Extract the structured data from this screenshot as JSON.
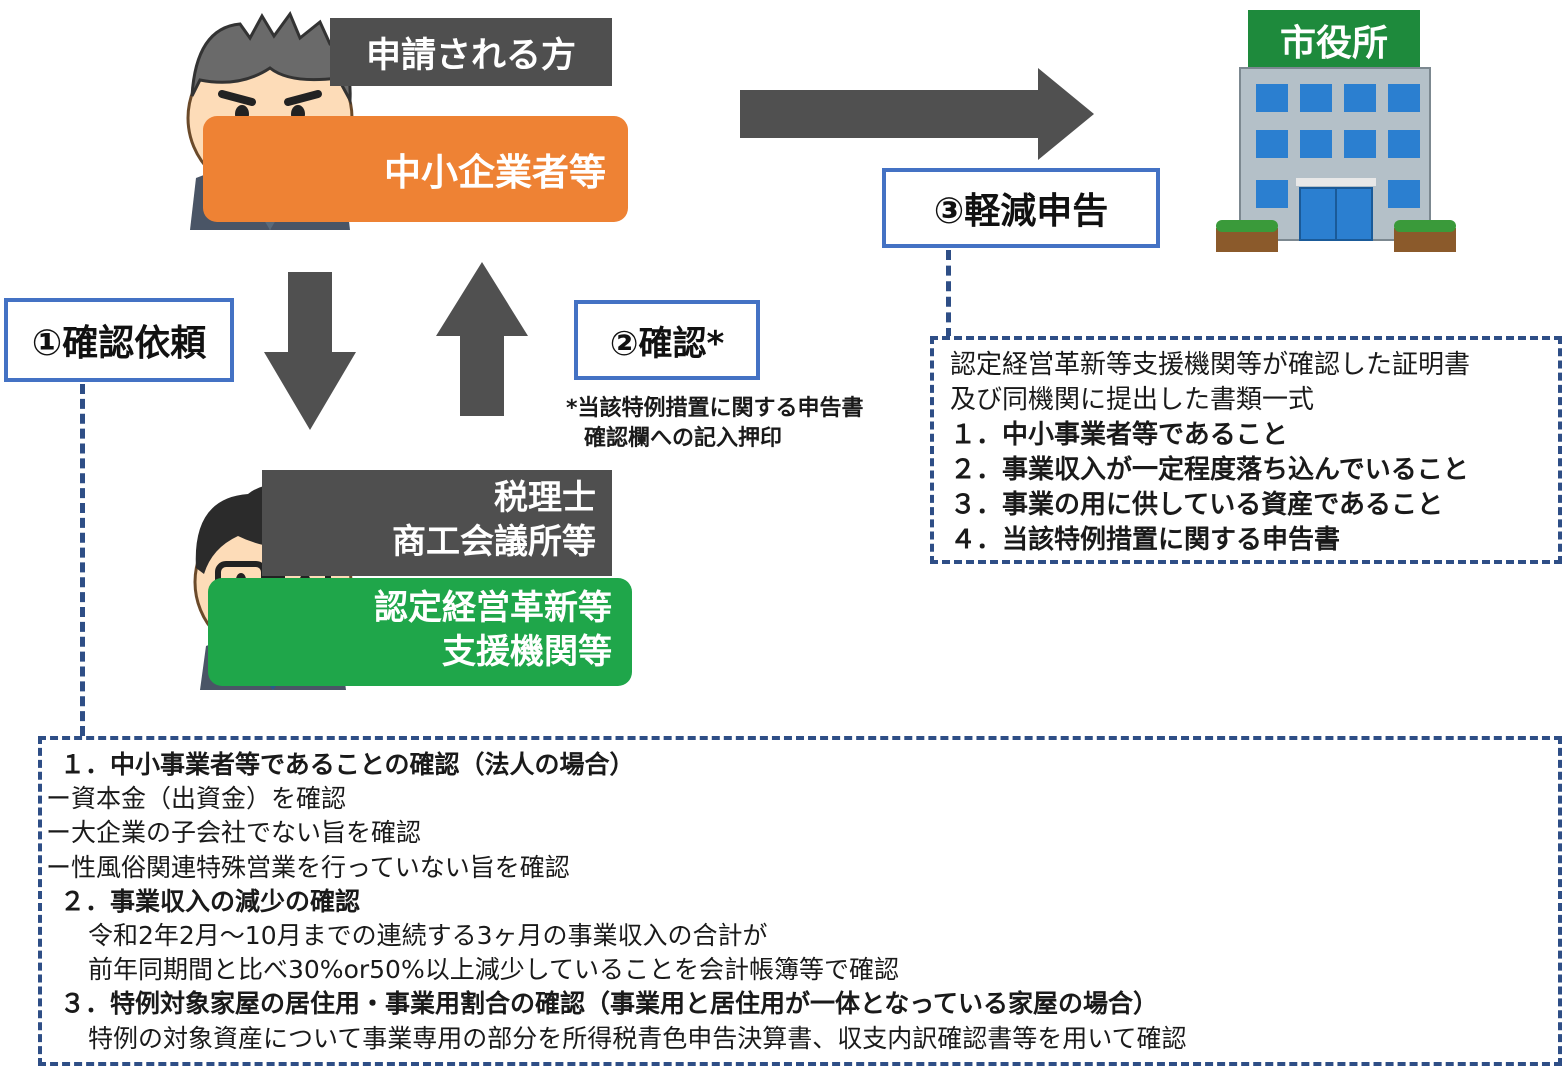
{
  "applicant": {
    "role_label": "申請される方",
    "name_label": "中小企業者等"
  },
  "supporter": {
    "role_line1": "税理士",
    "role_line2": "商工会議所等",
    "name_line1": "認定経営革新等",
    "name_line2": "支援機関等"
  },
  "city_office": {
    "sign": "市役所"
  },
  "steps": {
    "step1": "①確認依頼",
    "step2": "②確認*",
    "step2_note_line1": "*当該特例措置に関する申告書",
    "step2_note_line2": "確認欄への記入押印",
    "step3": "③軽減申告"
  },
  "documents_box": {
    "intro_line1": "認定経営革新等支援機関等が確認した証明書",
    "intro_line2": "及び同機関に提出した書類一式",
    "items": [
      "１．中小事業者等であること",
      "２．事業収入が一定程度落ち込んでいること",
      "３．事業の用に供している資産であること",
      "４．当該特例措置に関する申告書"
    ]
  },
  "confirmation_box": {
    "lines": [
      "１．中小事業者等であることの確認（法人の場合）",
      "ー資本金（出資金）を確認",
      "ー大企業の子会社でない旨を確認",
      "ー性風俗関連特殊営業を行っていない旨を確認",
      "２．事業収入の減少の確認",
      "令和2年2月～10月までの連続する3ヶ月の事業収入の合計が",
      "前年同期間と比べ30%or50%以上減少していることを会計帳簿等で確認",
      "３．特例対象家屋の居住用・事業用割合の確認（事業用と居住用が一体となっている家屋の場合）",
      "特例の対象資産について事業専用の部分を所得税青色申告決算書、収支内訳確認書等を用いて確認"
    ]
  }
}
